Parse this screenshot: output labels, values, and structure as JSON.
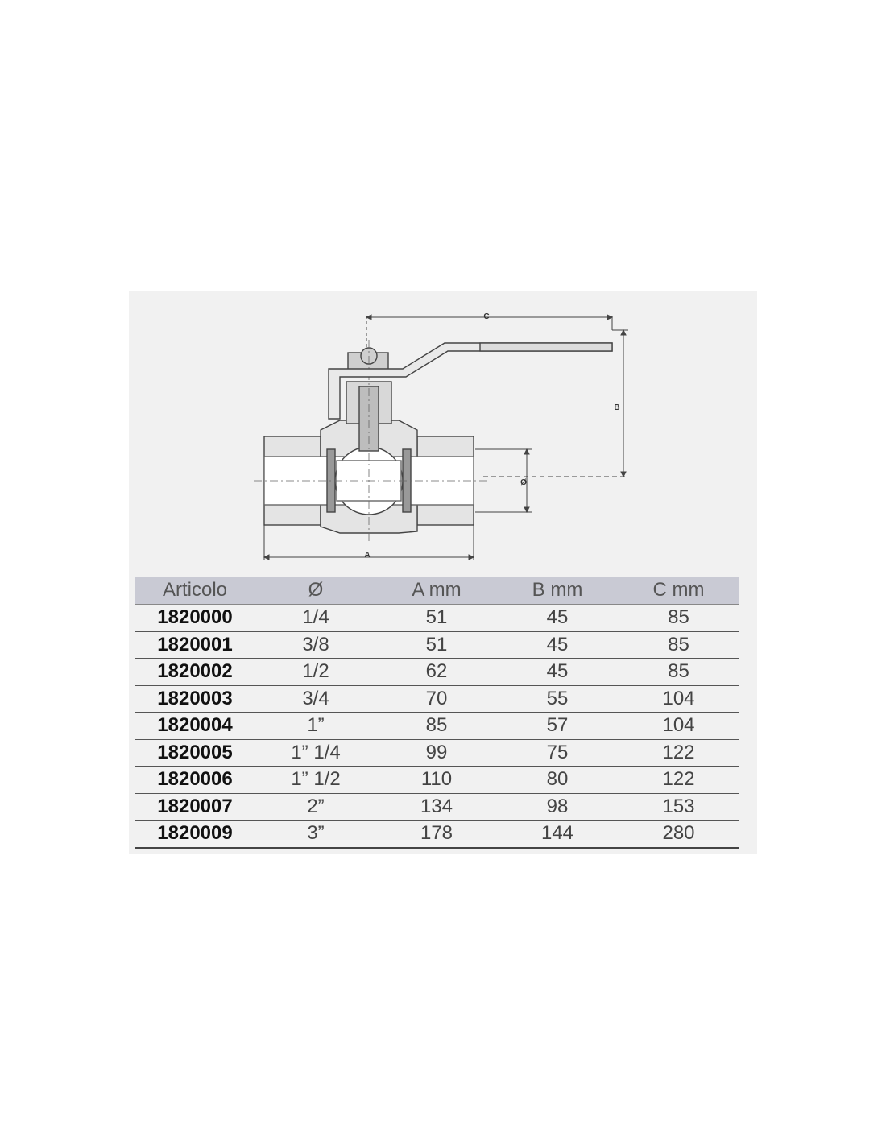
{
  "drawing": {
    "labels": {
      "a": "A",
      "b": "B",
      "c": "C",
      "diameter": "Ø"
    }
  },
  "table": {
    "headers": [
      "Articolo",
      "Ø",
      "A mm",
      "B mm",
      "C mm"
    ],
    "rows": [
      [
        "1820000",
        "1/4",
        "51",
        "45",
        "85"
      ],
      [
        "1820001",
        "3/8",
        "51",
        "45",
        "85"
      ],
      [
        "1820002",
        "1/2",
        "62",
        "45",
        "85"
      ],
      [
        "1820003",
        "3/4",
        "70",
        "55",
        "104"
      ],
      [
        "1820004",
        "1”",
        "85",
        "57",
        "104"
      ],
      [
        "1820005",
        "1” 1/4",
        "99",
        "75",
        "122"
      ],
      [
        "1820006",
        "1” 1/2",
        "110",
        "80",
        "122"
      ],
      [
        "1820007",
        "2”",
        "134",
        "98",
        "153"
      ],
      [
        "1820009",
        "3”",
        "178",
        "144",
        "280"
      ]
    ]
  },
  "colors": {
    "header_bg": "#c9cad4",
    "sheet_bg": "#f1f1f1"
  }
}
